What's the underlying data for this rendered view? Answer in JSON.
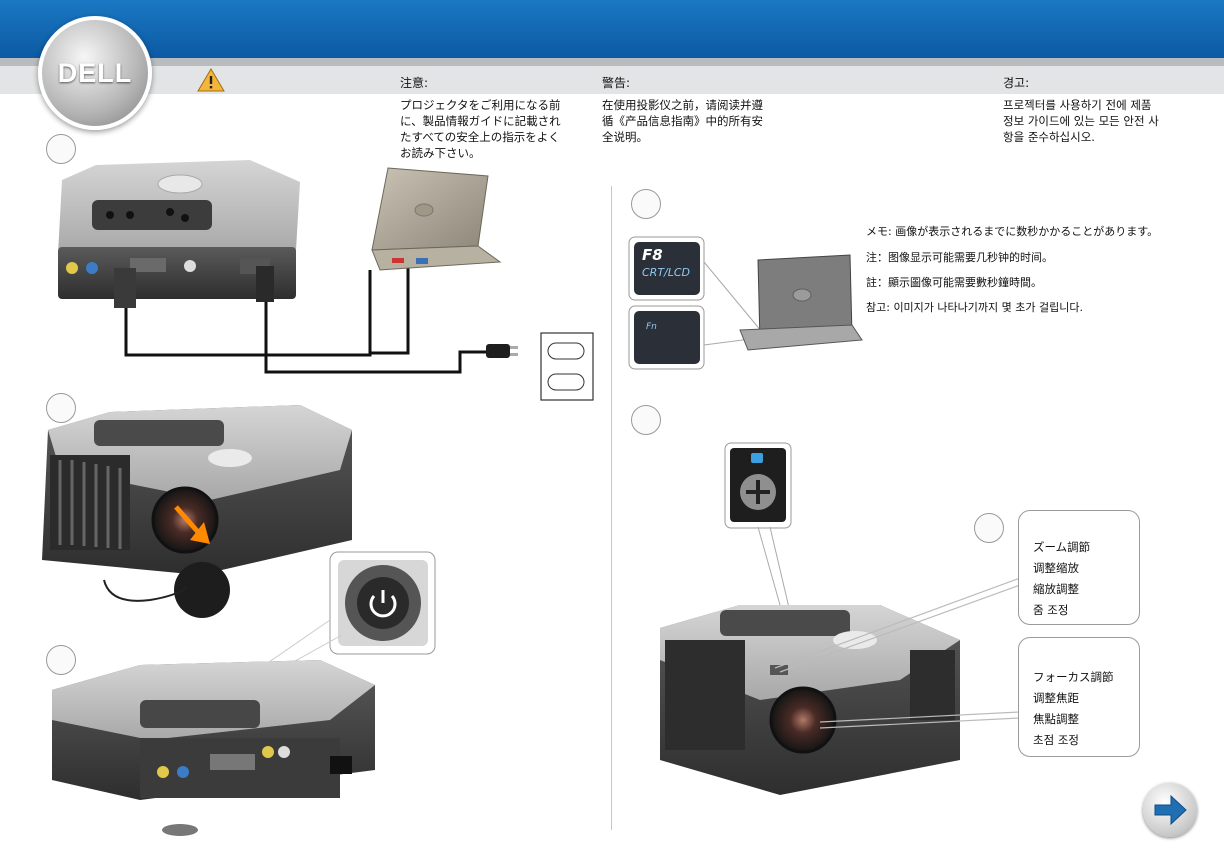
{
  "header": {
    "brand": "DELL",
    "notes": [
      {
        "lang": "ja",
        "label": "注意:",
        "text": "プロジェクタをご利用になる前\nに、製品情報ガイドに記載され\nたすべての安全上の指示をよく\nお読み下さい。"
      },
      {
        "lang": "zh-cn",
        "label": "警告:",
        "text": "在使用投影仪之前，请阅读并遵\n循《产品信息指南》中的所有安\n全说明。"
      },
      {
        "lang": "ko",
        "label": "경고:",
        "text": "프로젝터를 사용하기 전에 제품\n정보 가이드에 있는 모든 안전 사\n항을 준수하십시오."
      }
    ]
  },
  "messages": [
    "メモ: 画像が表示されるまでに数秒かかることがあります。",
    "注：图像显示可能需要几秒钟的时间。",
    "註：顯示圖像可能需要數秒鐘時間。",
    "참고: 이미지가 나타나기까지 몇 초가 걸립니다."
  ],
  "keys": {
    "f8_main": "F8",
    "f8_sub": "CRT/LCD",
    "fn": "Fn"
  },
  "zoom_labels": [
    "ズーム調節",
    "调整缩放",
    "縮放調整",
    "줌 조정"
  ],
  "focus_labels": [
    "フォーカス調節",
    "调整焦距",
    "焦點調整",
    "초점 조정"
  ],
  "icons": [
    "warning-icon",
    "power-icon",
    "next-arrow-icon"
  ],
  "colors": {
    "header_blue": "#1a78c2",
    "arrow_blue": "#1f6fb2"
  }
}
